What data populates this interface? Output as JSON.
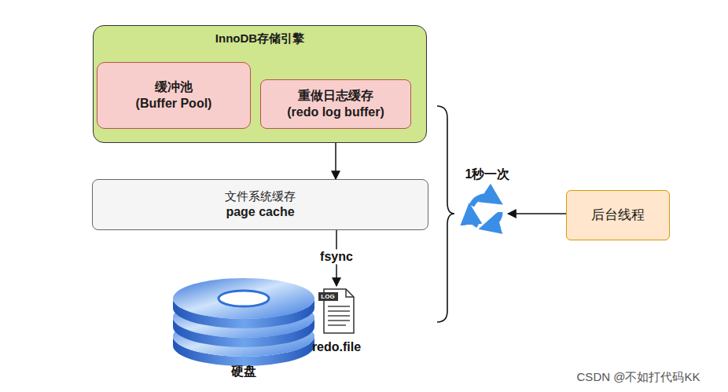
{
  "diagram": {
    "nodes": [
      {
        "text": [
          "InnoDB存储引擎"
        ]
      },
      {
        "text": [
          "缓冲池",
          "(Buffer Pool)"
        ],
        "in": 0
      },
      {
        "text": [
          "重做日志缓存",
          "(redo log buffer)"
        ],
        "in": 0
      },
      {
        "text": [
          "文件系统缓存",
          "page cache"
        ]
      },
      {
        "text": [
          "后台线程"
        ]
      }
    ],
    "edges": [
      {
        "from": 2,
        "to": 3,
        "arrow": "to"
      }
    ],
    "labels": [
      "1秒一次",
      "fsync",
      "LOG",
      "redo.file",
      "硬盘",
      "CSDN @不如打代码KK"
    ]
  }
}
